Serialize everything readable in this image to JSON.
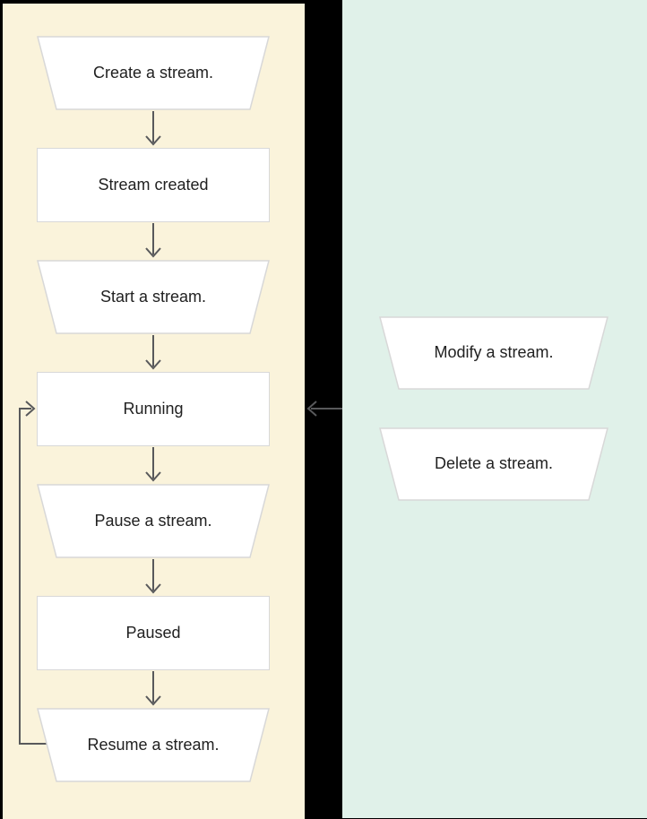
{
  "diagram": {
    "left_panel": {
      "nodes": [
        {
          "label": "Create a stream.",
          "shape": "trapezoid",
          "kind": "action"
        },
        {
          "label": "Stream created",
          "shape": "rectangle",
          "kind": "state"
        },
        {
          "label": "Start a stream.",
          "shape": "trapezoid",
          "kind": "action"
        },
        {
          "label": "Running",
          "shape": "rectangle",
          "kind": "state"
        },
        {
          "label": "Pause a stream.",
          "shape": "trapezoid",
          "kind": "action"
        },
        {
          "label": "Paused",
          "shape": "rectangle",
          "kind": "state"
        },
        {
          "label": "Resume a stream.",
          "shape": "trapezoid",
          "kind": "action"
        }
      ]
    },
    "right_panel": {
      "nodes": [
        {
          "label": "Modify a stream.",
          "shape": "trapezoid",
          "kind": "action"
        },
        {
          "label": "Delete a stream.",
          "shape": "trapezoid",
          "kind": "action"
        }
      ]
    },
    "edges": [
      {
        "from": "Create a stream.",
        "to": "Stream created",
        "type": "arrow-down"
      },
      {
        "from": "Stream created",
        "to": "Start a stream.",
        "type": "arrow-down"
      },
      {
        "from": "Start a stream.",
        "to": "Running",
        "type": "arrow-down"
      },
      {
        "from": "Running",
        "to": "Pause a stream.",
        "type": "arrow-down"
      },
      {
        "from": "Pause a stream.",
        "to": "Paused",
        "type": "arrow-down"
      },
      {
        "from": "Paused",
        "to": "Resume a stream.",
        "type": "arrow-down"
      },
      {
        "from": "Resume a stream.",
        "to": "Running",
        "type": "loop-left-side"
      },
      {
        "from": "right-panel",
        "to": "left-panel",
        "type": "arrow-left"
      }
    ],
    "colors": {
      "canvas_bg": "#000000",
      "left_panel_bg": "#FAF3DB",
      "right_panel_bg": "#E0F1E9",
      "node_fill": "#FFFFFF",
      "node_border": "#D8D8D8",
      "connector": "#58595B",
      "text": "#212121"
    }
  }
}
